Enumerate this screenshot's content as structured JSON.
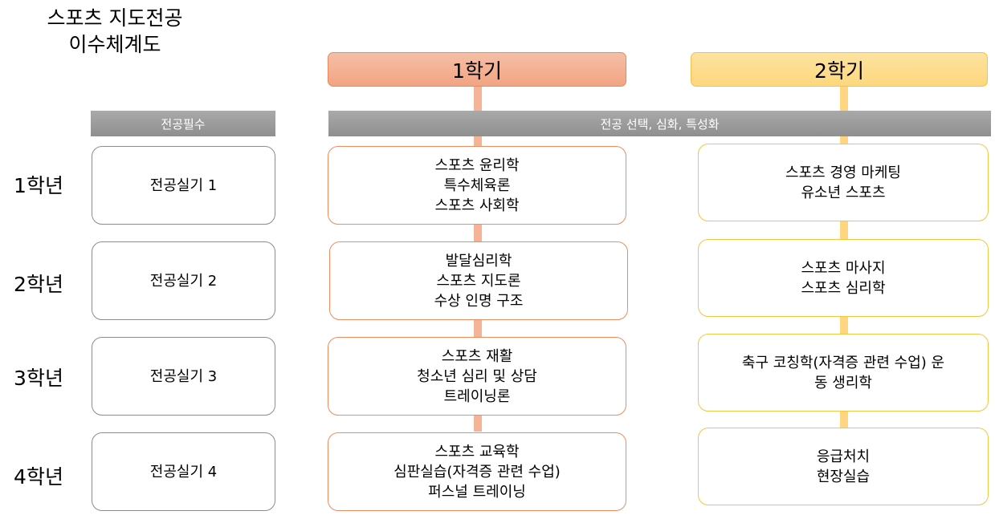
{
  "title": "스포츠 지도전공\n이수체계도",
  "semesters": [
    "1학기",
    "2학기"
  ],
  "bars": {
    "required": "전공필수",
    "elective": "전공 선택, 심화, 특성화"
  },
  "years": [
    "1학년",
    "2학년",
    "3학년",
    "4학년"
  ],
  "required_courses": [
    "전공실기 1",
    "전공실기 2",
    "전공실기 3",
    "전공실기 4"
  ],
  "semester1_courses": [
    "스포츠 윤리학\n특수체육론\n스포츠 사회학",
    "발달심리학\n스포츠 지도론\n수상 인명 구조",
    "스포츠 재활\n청소년 심리 및 상담\n트레이닝론",
    "스포츠 교육학\n심판실습(자격증 관련 수업)\n퍼스널 트레이닝"
  ],
  "semester2_courses": [
    "스포츠 경영 마케팅\n유소년 스포츠",
    "스포츠 마사지\n스포츠 심리학",
    "축구 코칭학(자격증 관련 수업) 운\n동 생리학",
    "응급처치\n현장실습"
  ],
  "colors": {
    "semester1": "#f2a482",
    "semester2": "#fdd77c",
    "bar": "#9b9b9b"
  }
}
